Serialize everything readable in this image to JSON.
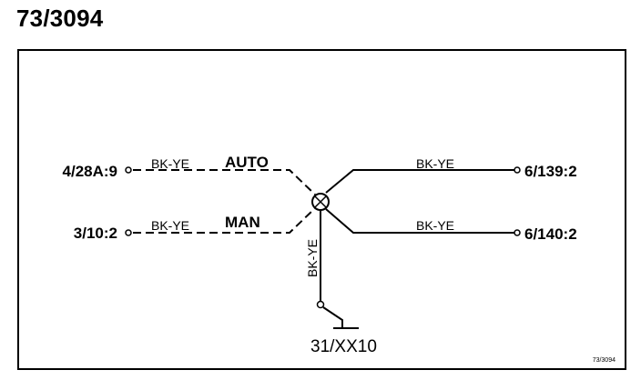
{
  "title": "73/3094",
  "diagram": {
    "terminals": {
      "left_top": "4/28A:9",
      "left_bottom": "3/10:2",
      "right_top": "6/139:2",
      "right_bottom": "6/140:2",
      "ground": "31/XX10"
    },
    "wire_labels": {
      "left_top": "BK-YE",
      "left_bottom": "BK-YE",
      "right_top": "BK-YE",
      "right_bottom": "BK-YE",
      "vertical": "BK-YE"
    },
    "modes": {
      "auto": "AUTO",
      "man": "MAN"
    },
    "reference": "73/3094"
  },
  "colors": {
    "line": "#000000",
    "background": "#ffffff"
  }
}
